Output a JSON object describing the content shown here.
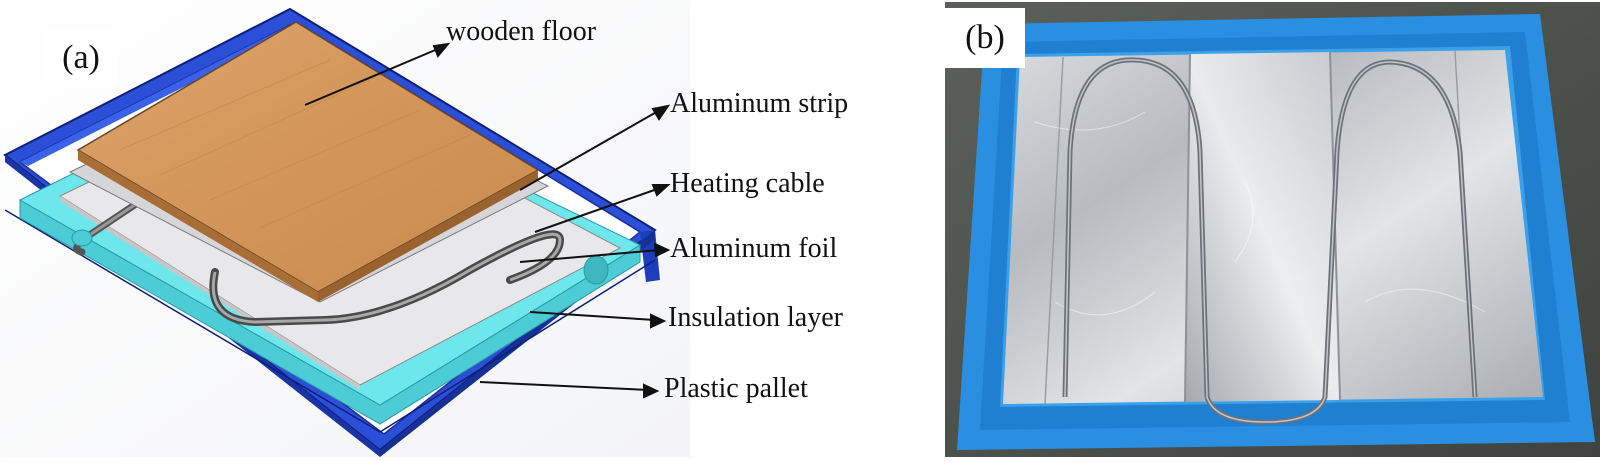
{
  "panel_a": {
    "tag": "(a)",
    "labels": {
      "wooden_floor": "wooden floor",
      "aluminum_strip": "Aluminum strip",
      "heating_cable": "Heating cable",
      "aluminum_foil": "Aluminum foil",
      "insulation_layer": "Insulation layer",
      "plastic_pallet": "Plastic pallet"
    }
  },
  "panel_b": {
    "tag": "(b)"
  },
  "colors": {
    "pallet_blue": "#2b4fd6",
    "insulation_cyan": "#5fe0e6",
    "foil_gray": "#e6e6e6",
    "wood": "#d59a5e",
    "tray_blue": "#2a8fe0"
  }
}
